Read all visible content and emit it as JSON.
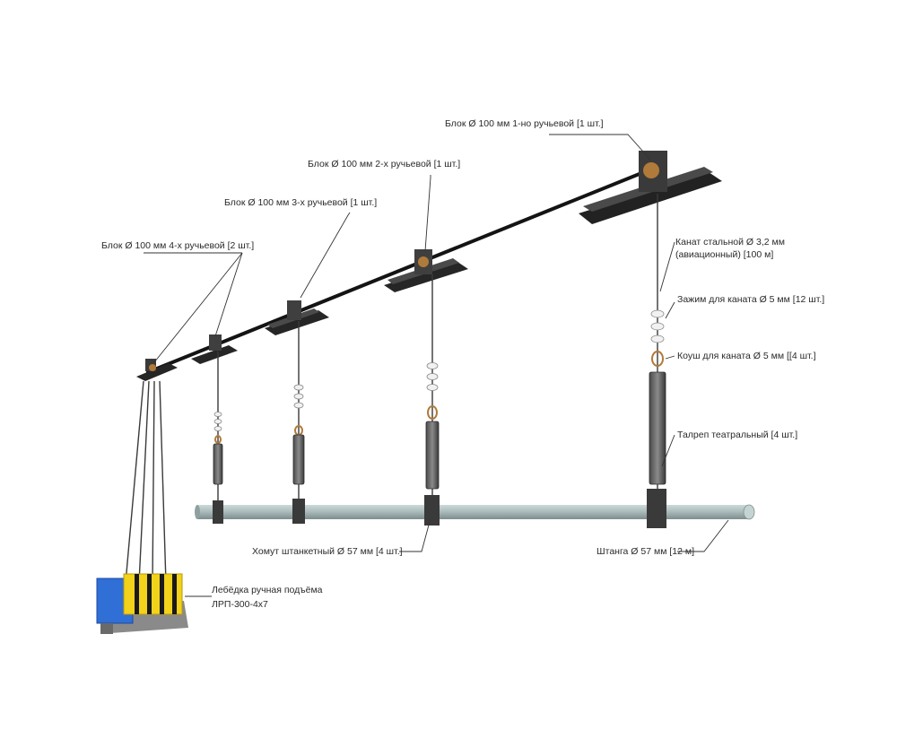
{
  "labels": {
    "block_1": "Блок Ø 100 мм 1-но ручьевой [1 шт.]",
    "block_2": "Блок Ø 100 мм 2-х ручьевой [1 шт.]",
    "block_3": "Блок Ø 100 мм 3-х ручьевой [1 шт.]",
    "block_4": "Блок Ø 100 мм 4-х ручьевой [2 шт.]",
    "rope_line1": "Канат стальной Ø 3,2 мм",
    "rope_line2": "(авиационный)  [100 м]",
    "clamp": "Зажим для каната Ø 5 мм [12 шт.]",
    "thimble": "Коуш  для каната Ø 5 мм [[4 шт.]",
    "turnbuckle": "Талреп театральный  [4 шт.]",
    "pipe_clamp": "Хомут штанкетный Ø 57 мм [4 шт.]",
    "bar": "Штанга Ø 57 мм [12 м]",
    "winch_line1": "Лебёдка ручная подъёма",
    "winch_line2": "ЛРП-300-4х7"
  },
  "colors": {
    "winch_body": "#2f6fd6",
    "winch_drum": "#f2d21a",
    "bar": "#a9b9b9",
    "bracket": "#2c2c2c",
    "cable": "#141414"
  }
}
